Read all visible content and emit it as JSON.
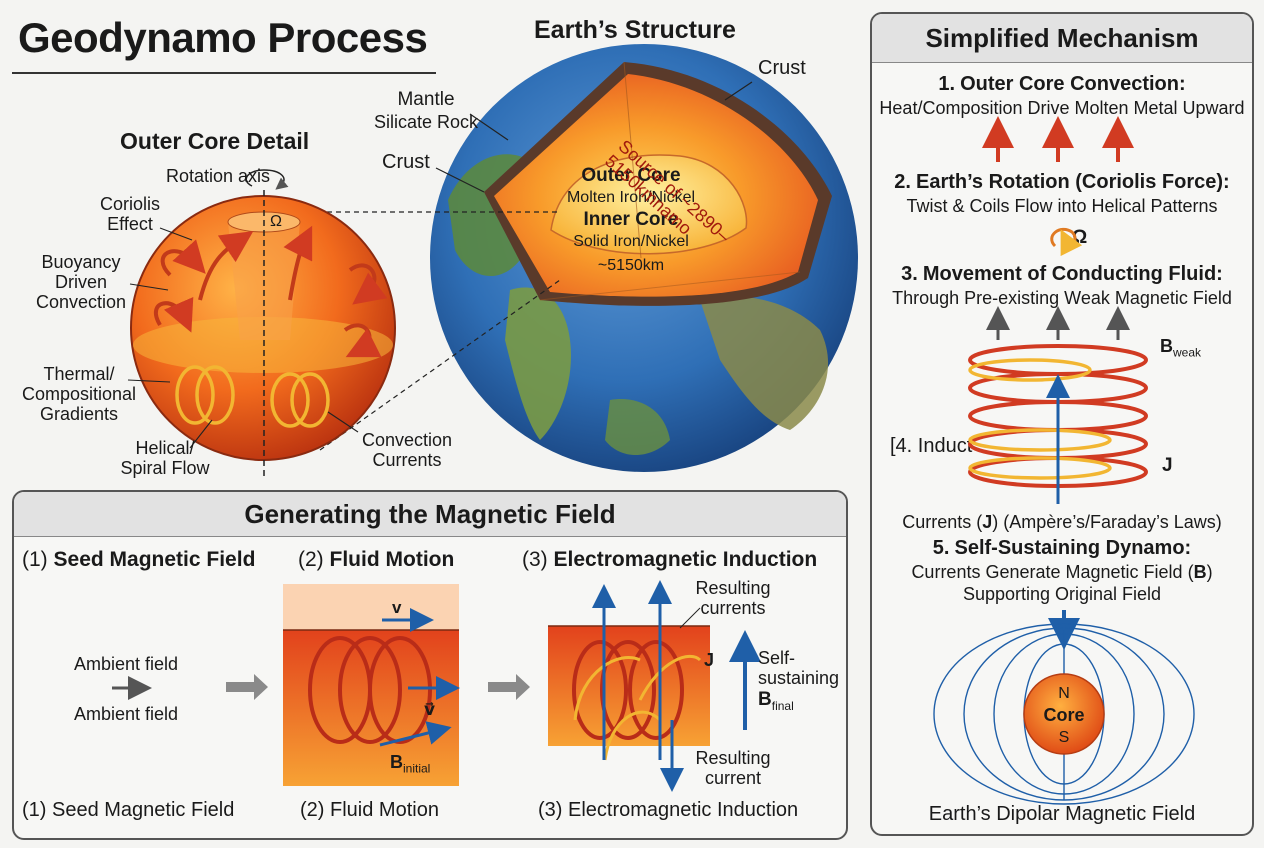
{
  "header": {
    "title": "Geodynamo Process"
  },
  "structure": {
    "title": "Earth’s Structure",
    "crust_top": "Crust",
    "mantle": "Mantle",
    "mantle_sub": "Silicate Rock",
    "crust_left": "Crust",
    "outer_core": "Outer Core",
    "outer_core_sub": "Molten Iron/Nickel",
    "inner_core": "Inner Core",
    "inner_core_sub": "Solid Iron/Nickel",
    "depth_inner": "~5150km",
    "source_label": "Source of ~2890–5150kmnamo"
  },
  "outer_core_detail": {
    "title": "Outer Core Detail",
    "rotation_axis": "Rotation axis",
    "omega": "Ω",
    "coriolis": [
      "Coriolis",
      "Effect"
    ],
    "buoyancy": [
      "Buoyancy",
      "Driven",
      "Convection"
    ],
    "thermal": [
      "Thermal/",
      "Compositional",
      "Gradients"
    ],
    "helical": [
      "Helical/",
      "Spiral Flow"
    ],
    "convection": [
      "Convection",
      "Currents"
    ]
  },
  "magnetic": {
    "title": "Generating the Magnetic Field",
    "step1_num": "(1)",
    "step1_title": "Seed Magnetic Field",
    "step2_num": "(2)",
    "step2_title": "Fluid Motion",
    "step3_num": "(3)",
    "step3_title": "Electromagnetic Induction",
    "ambient1": "Ambient field",
    "ambient2": "Ambient field",
    "v_top": "v",
    "v_vec": "v⃗",
    "b_initial": "B",
    "b_initial_sub": "initial",
    "resulting_currents": [
      "Resulting",
      "currents"
    ],
    "j_label": "J",
    "self_sustaining": [
      "Self-",
      "sustaining"
    ],
    "b_final": "B",
    "b_final_sub": "final",
    "resulting_current": [
      "Resulting",
      "current"
    ],
    "foot1": "(1) Seed Magnetic Field",
    "foot2": "(2) Fluid Motion",
    "foot3": "(3) Electromagnetic Induction"
  },
  "mechanism": {
    "title": "Simplified Mechanism",
    "s1_num": "1.",
    "s1_title": "Outer Core Convection:",
    "s1_desc": "Heat/Composition Drive Molten Metal Upward",
    "s2_num": "2.",
    "s2_title": "Earth’s Rotation (Coriolis Force):",
    "s2_desc": "Twist & Coils Flow into Helical Patterns",
    "omega": "Ω",
    "s3_num": "3.",
    "s3_title": "Movement of Conducting Fluid:",
    "s3_desc": "Through Pre-existing Weak Magnetic Field",
    "b_weak": "B",
    "b_weak_sub": "weak",
    "s4_partial": "[4. Induct",
    "j_label": "J",
    "s4_desc_a": "Currents (",
    "s4_desc_j": "J",
    "s4_desc_b": ") (Ampère’s/Faraday’s Laws)",
    "s5_num": "5.",
    "s5_title": "Self-Sustaining Dynamo:",
    "s5_desc1_a": "Currents Generate Magnetic Field (",
    "s5_desc1_b": "B",
    "s5_desc1_c": ")",
    "s5_desc2": "Supporting Original Field",
    "n": "N",
    "core": "Core",
    "s": "S",
    "dipole_caption": "Earth’s Dipolar Magnetic Field"
  },
  "colors": {
    "core_orange": "#f07a1c",
    "core_red": "#d8361a",
    "field_blue": "#1f5fa8",
    "arrow_red": "#d13b22",
    "arrow_yellow": "#f2b632"
  }
}
